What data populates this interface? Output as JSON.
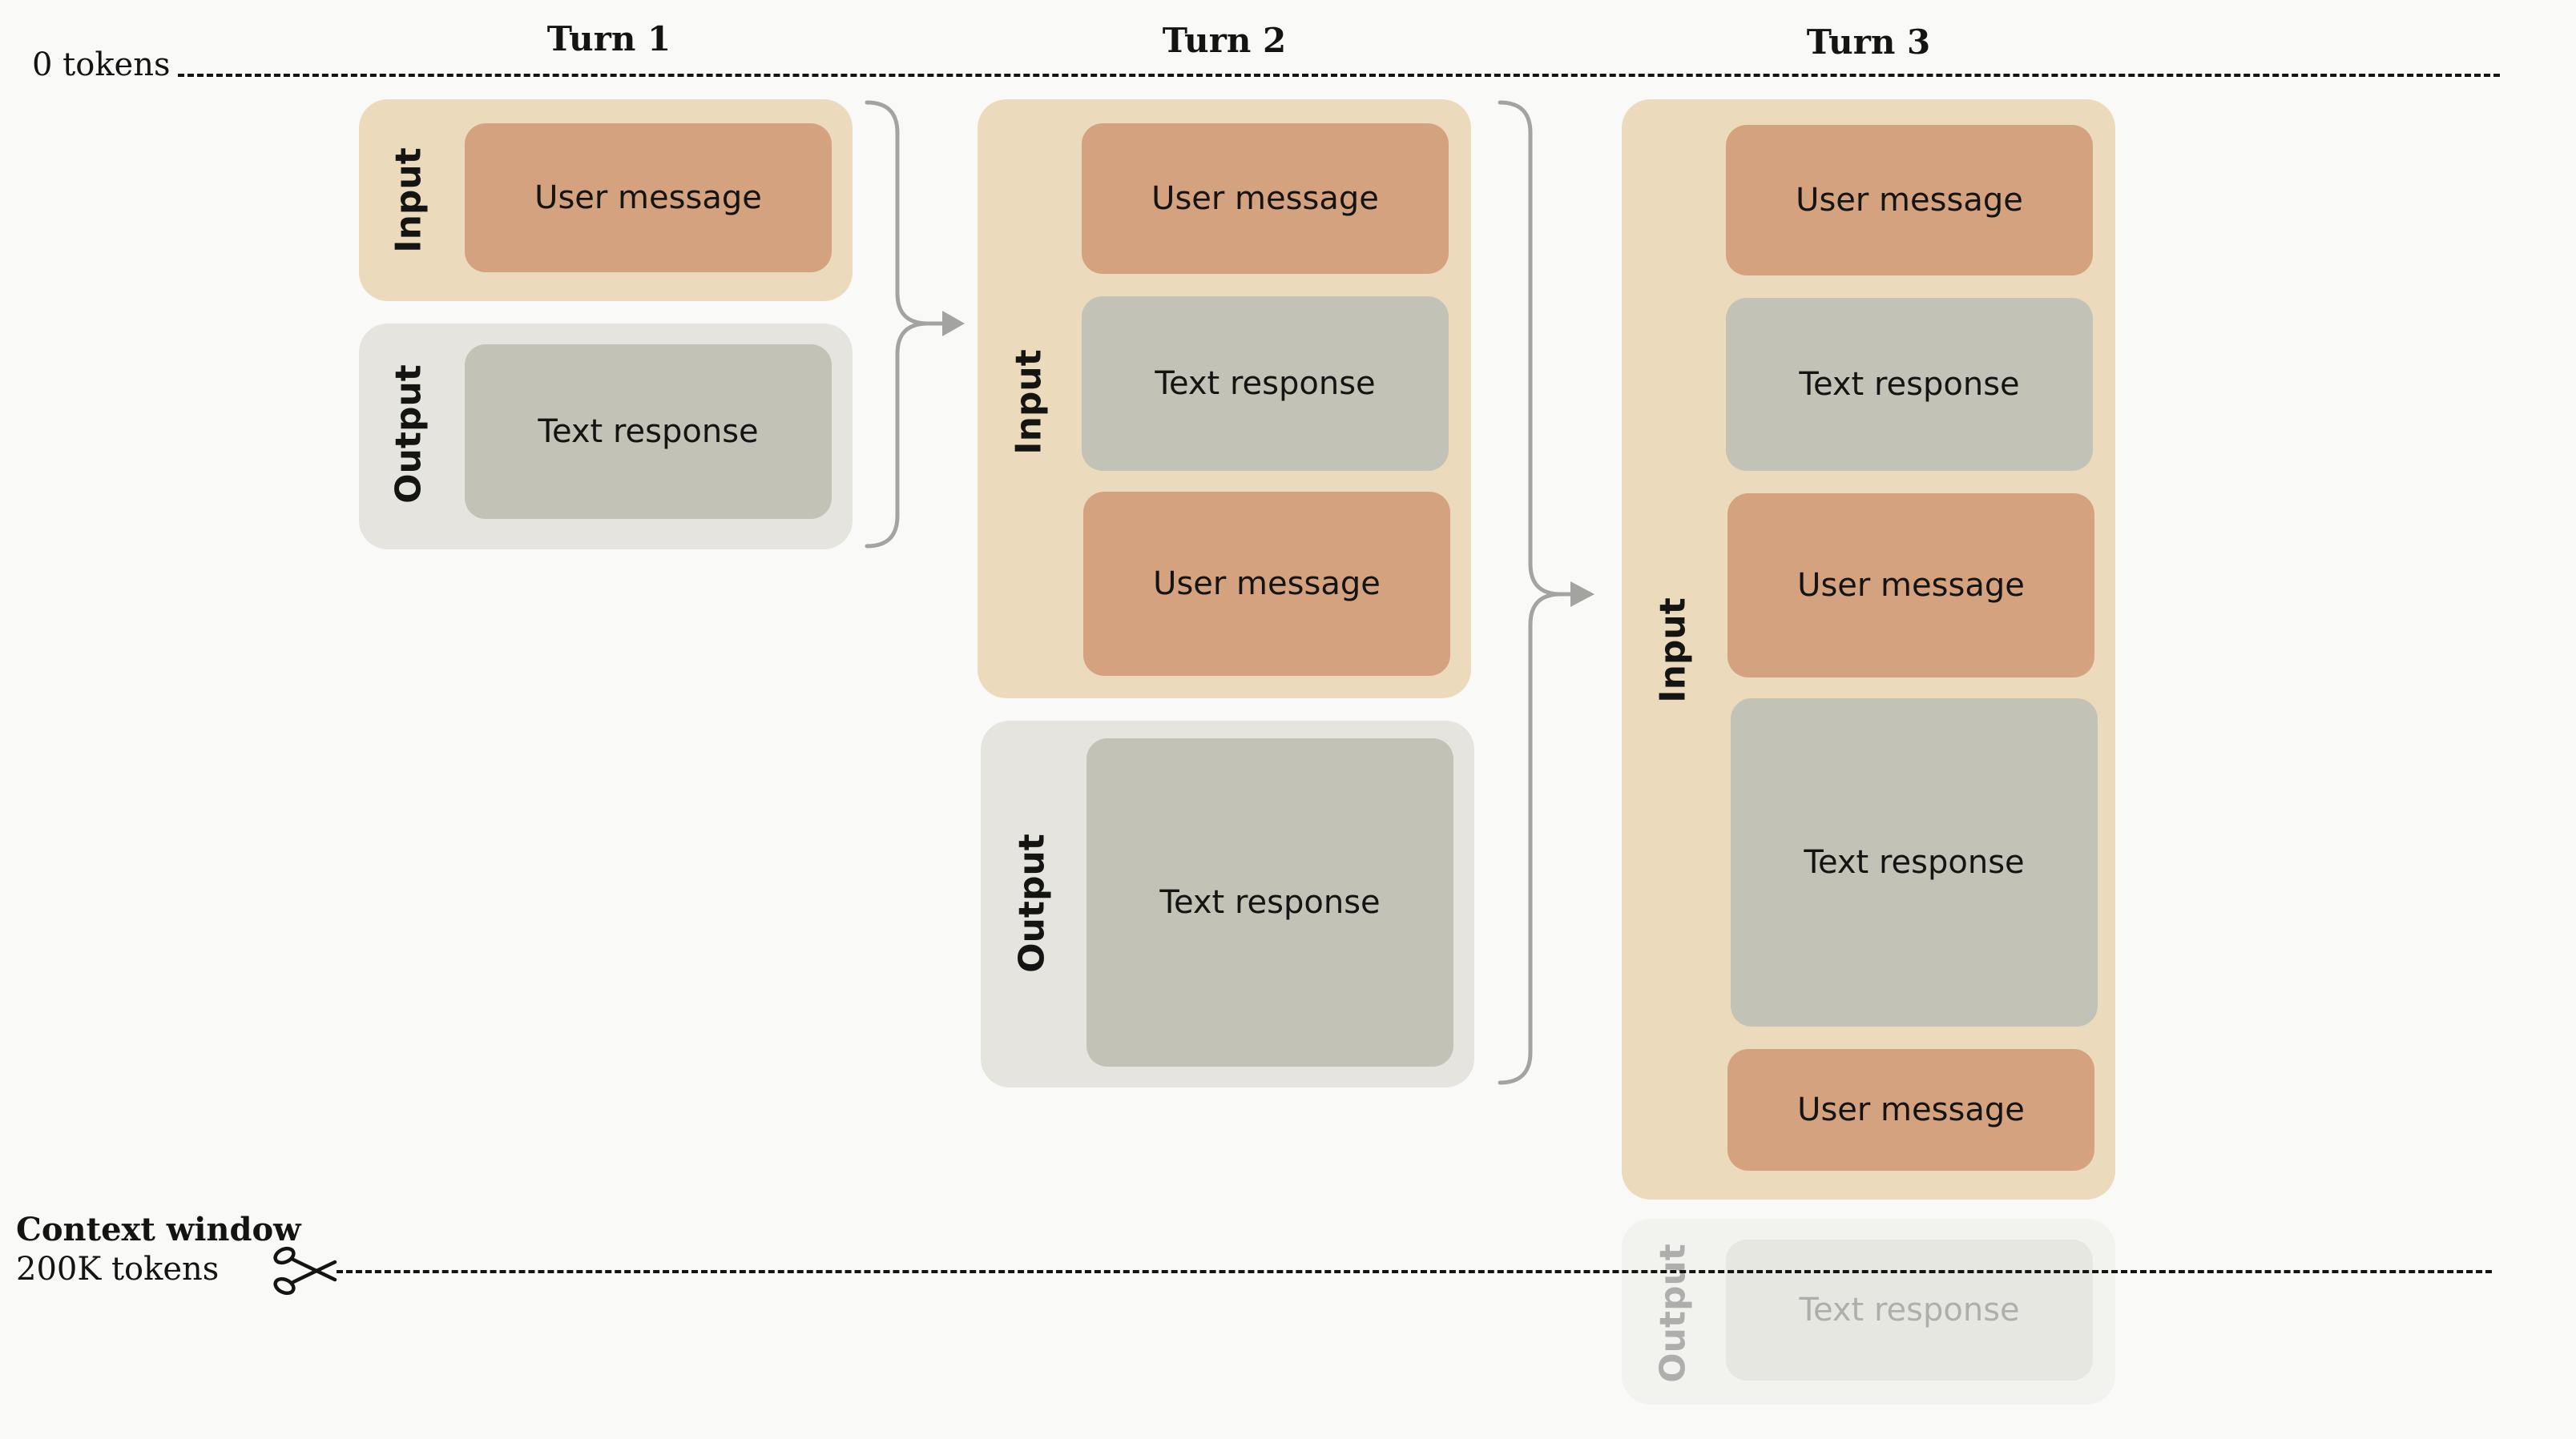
{
  "turns": [
    {
      "title": "Turn 1"
    },
    {
      "title": "Turn 2"
    },
    {
      "title": "Turn 3"
    }
  ],
  "labels": {
    "input": "Input",
    "output": "Output",
    "user_message": "User message",
    "text_response": "Text response"
  },
  "axis": {
    "top_label": "0 tokens",
    "bottom_title": "Context window",
    "bottom_value": "200K tokens"
  },
  "icons": {
    "cut": "scissors-icon"
  },
  "colors": {
    "input_bg": "#ebdbbc",
    "output_bg": "#e5e4df",
    "user_message": "#d4a27f",
    "text_response": "#c3c2b7",
    "connector": "#a3a3a0"
  }
}
